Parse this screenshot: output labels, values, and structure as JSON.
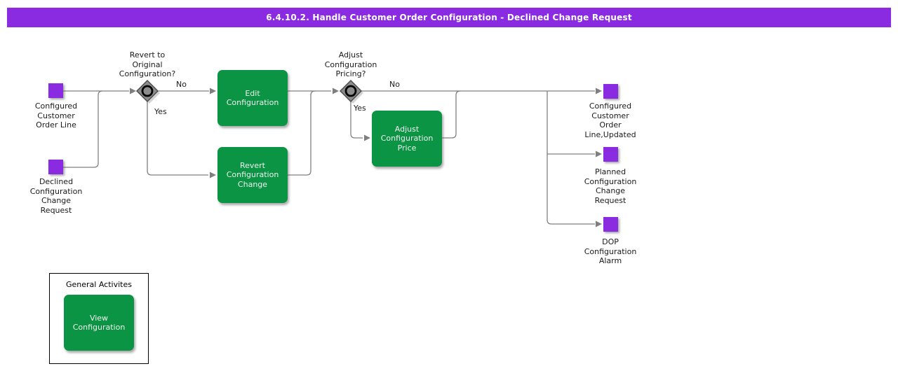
{
  "header": {
    "title": "6.4.10.2. Handle Customer Order Configuration - Declined Change Request"
  },
  "colors": {
    "banner": "#8A2BE2",
    "artifact": "#8A2BE2",
    "activity": "#0B9444",
    "connector": "#7F7F7F",
    "decision_fill": "#8C8C8C"
  },
  "artifacts": {
    "inputs": [
      {
        "label": "Configured\nCustomer\nOrder Line"
      },
      {
        "label": "Declined\nConfiguration\nChange\nRequest"
      }
    ],
    "outputs": [
      {
        "label": "Configured\nCustomer\nOrder\nLine,Updated"
      },
      {
        "label": "Planned\nConfiguration\nChange\nRequest"
      },
      {
        "label": "DOP\nConfiguration\nAlarm"
      }
    ]
  },
  "decisions": [
    {
      "label": "Revert to\nOriginal\nConfiguration?",
      "no": "No",
      "yes": "Yes"
    },
    {
      "label": "Adjust\nConfiguration\nPricing?",
      "no": "No",
      "yes": "Yes"
    }
  ],
  "activities": [
    {
      "label": "Edit\nConfiguration"
    },
    {
      "label": "Revert\nConfiguration\nChange"
    },
    {
      "label": "Adjust\nConfiguration\nPrice"
    }
  ],
  "general": {
    "title": "General Activites",
    "activities": [
      {
        "label": "View\nConfiguration"
      }
    ]
  }
}
